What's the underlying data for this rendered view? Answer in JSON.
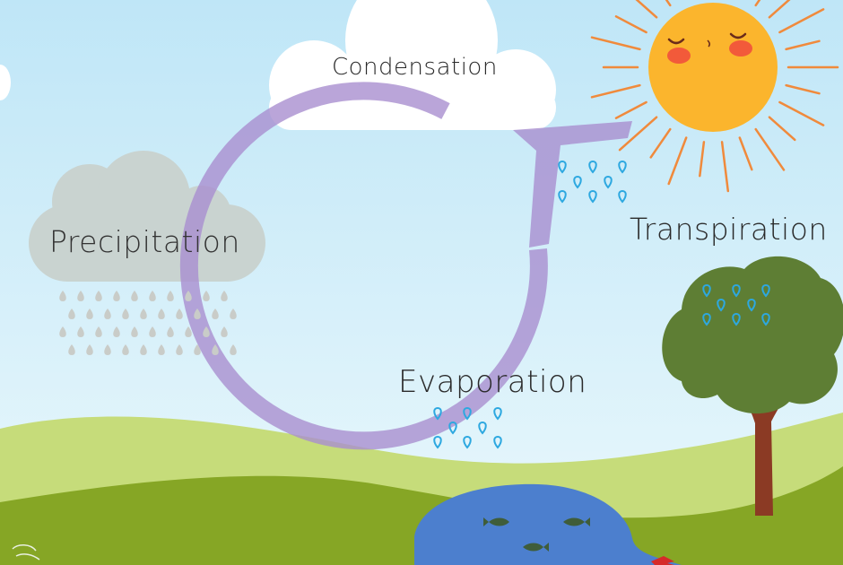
{
  "labels": {
    "condensation": "Condensation",
    "precipitation": "Precipitation",
    "transpiration": "Transpiration",
    "evaporation": "Evaporation"
  },
  "colors": {
    "sky_top": "#bfe6f7",
    "sky_bottom": "#e6f6fb",
    "cycle_arrow": "#a98fd0",
    "sun": "#fbb52d",
    "rain_cloud": "#c9d3d0",
    "hill_light": "#c6dc7a",
    "hill_dark": "#86a625",
    "lake": "#4c7fce",
    "tree_leaves": "#5e7e34",
    "tree_trunk": "#8b3a24",
    "vapor_drop": "#2da8e0",
    "rain_drop": "#c9ccc8"
  },
  "icons": {
    "sun": "sun-face-icon",
    "rain_cloud": "rain-cloud-icon",
    "tree": "tree-icon",
    "lake": "lake-icon",
    "fish": "fish-icon",
    "bird": "bird-icon",
    "cycle": "circular-arrow-icon"
  }
}
